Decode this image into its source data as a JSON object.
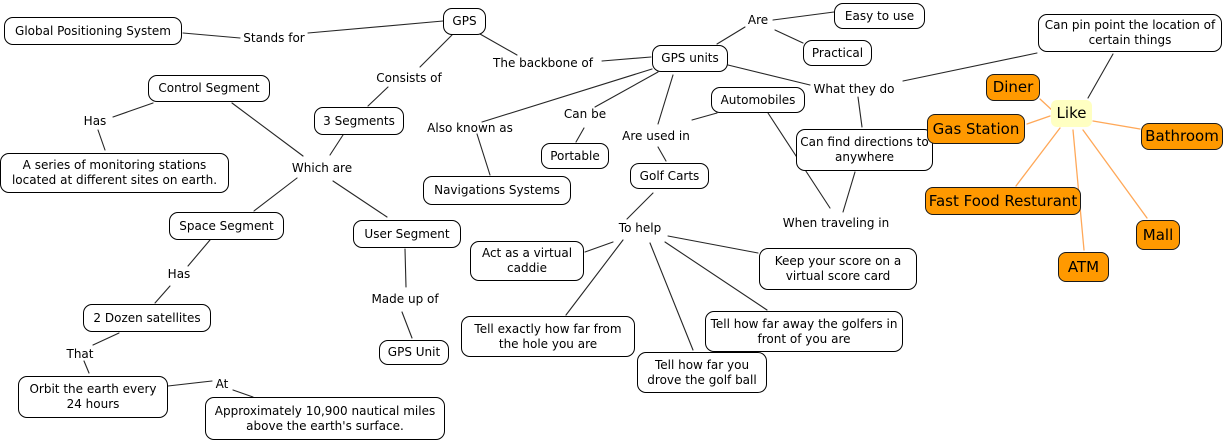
{
  "diagram": {
    "concepts": [
      {
        "label": "Global Positioning System"
      },
      {
        "label": "GPS"
      },
      {
        "label": "Control Segment"
      },
      {
        "label": "A series of monitoring stations located at different sites on earth."
      },
      {
        "label": "3 Segments"
      },
      {
        "label": "Navigations Systems"
      },
      {
        "label": "Portable"
      },
      {
        "label": "GPS units"
      },
      {
        "label": "Easy to use"
      },
      {
        "label": "Practical"
      },
      {
        "label": "Automobiles"
      },
      {
        "label": "Can pin point the location of certain things"
      },
      {
        "label": "Can find directions to anywhere"
      },
      {
        "label": "Golf Carts"
      },
      {
        "label": "Space Segment"
      },
      {
        "label": "User Segment"
      },
      {
        "label": "2 Dozen satellites"
      },
      {
        "label": "GPS Unit"
      },
      {
        "label": "Orbit the earth every 24 hours"
      },
      {
        "label": "Approximately 10,900 nautical miles above the earth's surface."
      },
      {
        "label": "Act as a virtual caddie"
      },
      {
        "label": "Tell exactly how far from the hole you are"
      },
      {
        "label": "Tell how far you drove the golf ball"
      },
      {
        "label": "Tell how far away the golfers in front of you are"
      },
      {
        "label": "Keep your score on a virtual score card"
      }
    ],
    "linking_phrases": [
      {
        "label": "Stands for"
      },
      {
        "label": "Consists of"
      },
      {
        "label": "The backbone of"
      },
      {
        "label": "Are"
      },
      {
        "label": "What they do"
      },
      {
        "label": "Also known as"
      },
      {
        "label": "Can be"
      },
      {
        "label": "Are used in"
      },
      {
        "label": "Which are"
      },
      {
        "label": "Has"
      },
      {
        "label": "Has"
      },
      {
        "label": "That"
      },
      {
        "label": "At"
      },
      {
        "label": "Made up of"
      },
      {
        "label": "To help"
      },
      {
        "label": "When traveling in"
      }
    ],
    "places": [
      {
        "label": "Diner"
      },
      {
        "label": "Gas Station"
      },
      {
        "label": "Bathroom"
      },
      {
        "label": "Fast Food Resturant"
      },
      {
        "label": "Mall"
      },
      {
        "label": "ATM"
      }
    ],
    "hub": {
      "label": "Like"
    },
    "colors": {
      "place_fill": "#FF9900",
      "hub_fill": "#FFFFC2",
      "connector_orange": "#FFA858",
      "connector_dark": "#262626",
      "node_fill": "#FFFFFF",
      "node_border": "#000000"
    }
  }
}
